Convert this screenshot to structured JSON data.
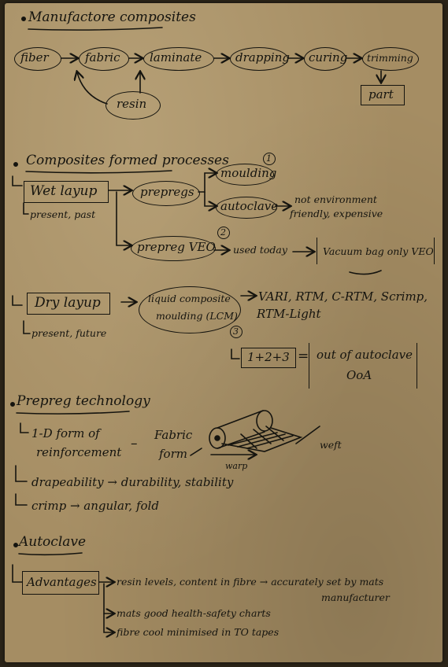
{
  "section1": {
    "heading": "Manufactore composites",
    "flow": [
      "fiber",
      "fabric",
      "laminate",
      "drapping",
      "curing",
      "trimming"
    ],
    "resin": "resin",
    "part": "part"
  },
  "section2": {
    "heading": "Composites formed processes",
    "wet_layup": "Wet layup",
    "wet_note": "present, past",
    "prepreg": "prepregs",
    "moulding": "moulding",
    "autoclave": "autoclave",
    "circle1": "1",
    "env_note_line1": "not environment",
    "env_note_line2": "friendly, expensive",
    "prepreg_veo": "prepreg VEO",
    "circle2": "2",
    "used_today": "used today",
    "vacuum": "Vacuum bag only VEO",
    "dry_layup": "Dry layup",
    "dry_note": "present, future",
    "lcm_line1": "liquid composite",
    "lcm_line2": "moulding (LCM)",
    "circle3": "3",
    "lcm_methods_line1": "VARI, RTM, C-RTM, Scrimp,",
    "lcm_methods_line2": "RTM-Light",
    "combo": "1+2+3",
    "equals": "=",
    "ooa_line1": "out of autoclave",
    "ooa_line2": "OoA"
  },
  "section3": {
    "heading": "Prepreg technology",
    "line1a": "1-D form of",
    "line1b": "reinforcement",
    "dash": "–",
    "fabric_line1": "Fabric",
    "fabric_line2": "form",
    "weft": "weft",
    "warp": "warp",
    "drape": "drapeability → durability, stability",
    "crimp": "crimp → angular, fold"
  },
  "section4": {
    "heading": "Autoclave",
    "advantages": "Advantages",
    "adv1": "resin levels, content in fibre → accurately set by mats",
    "adv1b": "manufacturer",
    "adv2": "mats good health-safety charts",
    "adv3": "fibre cool minimised in TO tapes"
  },
  "colors": {
    "paper": "#a58d63",
    "ink": "#15140f"
  }
}
